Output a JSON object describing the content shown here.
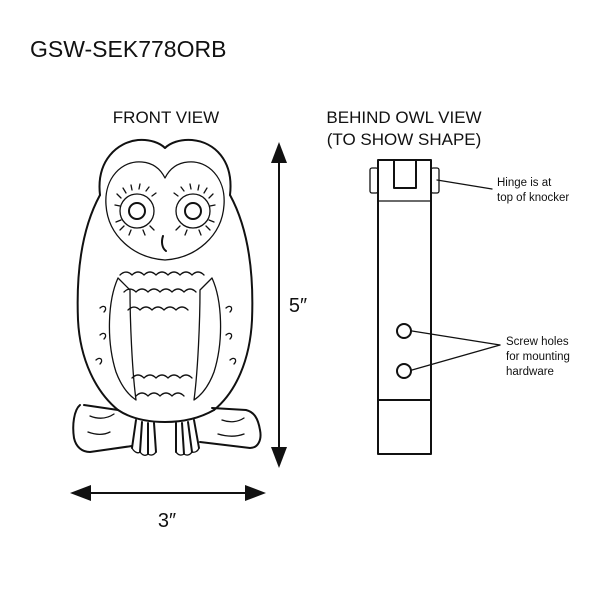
{
  "title": "GSW-SEK778ORB",
  "front_view": {
    "heading": "FRONT VIEW",
    "height_label": "5″",
    "width_label": "3″"
  },
  "behind_view": {
    "heading_line1": "BEHIND  OWL  VIEW",
    "heading_line2": "(TO SHOW SHAPE)",
    "hinge_note_line1": "Hinge is at",
    "hinge_note_line2": "top of knocker",
    "screw_note_line1": "Screw holes",
    "screw_note_line2": "for mounting",
    "screw_note_line3": "hardware"
  },
  "colors": {
    "ink": "#111111",
    "background": "#ffffff"
  }
}
